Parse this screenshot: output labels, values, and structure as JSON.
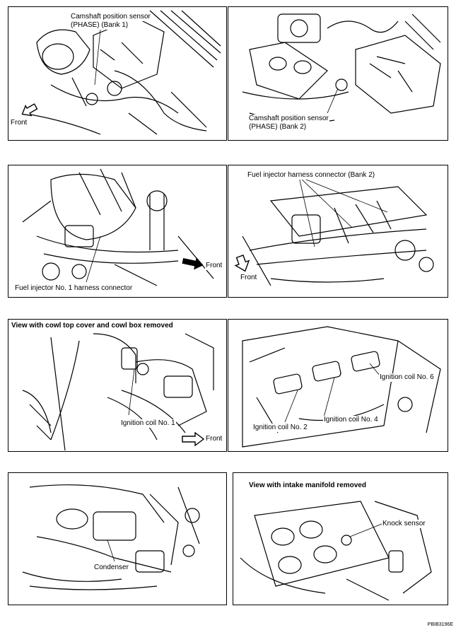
{
  "panels": [
    {
      "labels": [
        "Camshaft position sensor",
        "(PHASE) (Bank 1)",
        "Front"
      ]
    },
    {
      "labels": [
        "Camshaft position sensor",
        "(PHASE) (Bank 2)"
      ]
    },
    {
      "labels": [
        "Fuel injector No. 1 harness connector",
        "Front"
      ]
    },
    {
      "labels": [
        "Fuel injector harness connector (Bank 2)",
        "Front"
      ]
    },
    {
      "header": "View with cowl top cover and cowl box removed",
      "labels": [
        "Ignition coil No. 1",
        "Front"
      ]
    },
    {
      "labels": [
        "Ignition coil No. 6",
        "Ignition coil No. 2",
        "Ignition coil No. 4"
      ]
    },
    {
      "labels": [
        "Condenser"
      ]
    },
    {
      "header": "View with intake manifold removed",
      "labels": [
        "Knock sensor"
      ]
    }
  ],
  "figure_code": "PBIB3196E"
}
